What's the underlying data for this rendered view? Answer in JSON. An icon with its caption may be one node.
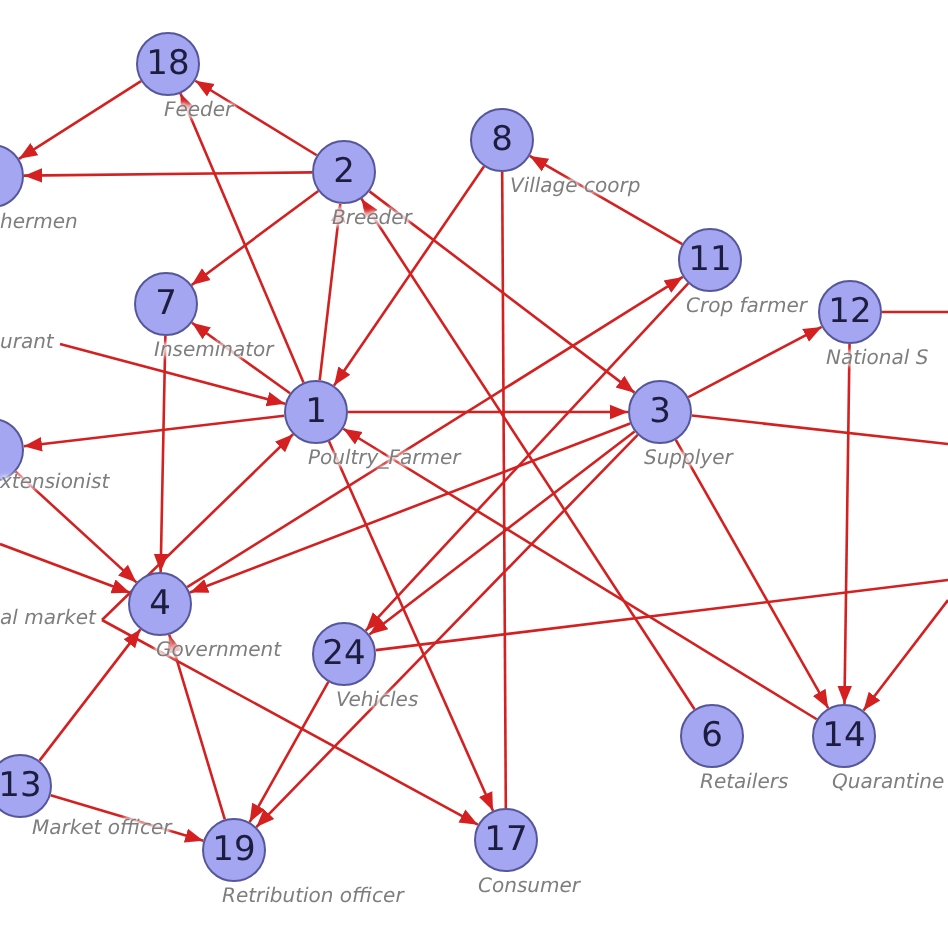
{
  "diagram": {
    "nodes": [
      {
        "text": [
          "18"
        ],
        "beside": [
          "Feeder"
        ]
      },
      {
        "text": [
          "2"
        ],
        "beside": [
          "Breeder"
        ]
      },
      {
        "text": [
          "8"
        ],
        "beside": [
          "Village coorp"
        ]
      },
      {
        "text": [],
        "shape": "circle",
        "beside": [
          "hermen"
        ]
      },
      {
        "text": [
          "11"
        ],
        "beside": [
          "Crop farmer"
        ]
      },
      {
        "text": [
          "12"
        ],
        "beside": [
          "National S"
        ]
      },
      {
        "text": [
          "7"
        ],
        "beside": [
          "Inseminator"
        ]
      },
      {
        "text": [
          "urant"
        ]
      },
      {
        "text": [],
        "shape": "circle",
        "beside": [
          "xtensionist"
        ]
      },
      {
        "text": [
          "1"
        ],
        "beside": [
          "Poultry_Farmer"
        ]
      },
      {
        "text": [
          "3"
        ],
        "beside": [
          "Supplyer"
        ]
      },
      {
        "text": [
          "al market"
        ]
      },
      {
        "text": [
          "4"
        ],
        "beside": [
          "Government"
        ]
      },
      {
        "text": [
          "24"
        ],
        "beside": [
          "Vehicles"
        ]
      },
      {
        "text": [
          "6"
        ],
        "beside": [
          "Retailers"
        ]
      },
      {
        "text": [
          "14"
        ],
        "beside": [
          "Quarantine"
        ]
      },
      {
        "text": [
          "13"
        ],
        "beside": [
          "Market officer"
        ]
      },
      {
        "text": [
          "19"
        ],
        "beside": [
          "Retribution officer"
        ]
      },
      {
        "text": [
          "17"
        ],
        "beside": [
          "Consumer"
        ]
      }
    ],
    "edges": [
      {
        "from": 0,
        "to": 3,
        "arrow": "to"
      },
      {
        "from": 1,
        "to": 0,
        "arrow": "to"
      },
      {
        "from": 1,
        "to": 3,
        "arrow": "to"
      },
      {
        "from": 1,
        "to": 6,
        "arrow": "to"
      },
      {
        "from": 9,
        "to": 0,
        "arrow": "to"
      },
      {
        "from": 9,
        "to": 1,
        "arrow": "to"
      },
      {
        "from": 9,
        "to": 6,
        "arrow": "to"
      },
      {
        "from": 7,
        "to": 9,
        "arrow": "to"
      },
      {
        "from": 9,
        "to": 8,
        "arrow": "to"
      },
      {
        "from": 2,
        "to": 9,
        "arrow": "to"
      },
      {
        "from": 1,
        "to": 10,
        "arrow": "to"
      },
      {
        "from": 14,
        "to": 1,
        "arrow": "to"
      },
      {
        "from": 9,
        "to": 10,
        "arrow": "to"
      },
      {
        "from": 10,
        "to": 5,
        "arrow": "to"
      },
      {
        "from": 4,
        "to": 2,
        "arrow": "to"
      },
      {
        "from": 5,
        "to": null,
        "arrow": "none"
      },
      {
        "from": 5,
        "to": 15,
        "arrow": "to"
      },
      {
        "from": 10,
        "to": 15,
        "arrow": "to"
      },
      {
        "from": null,
        "to": 15,
        "arrow": "to"
      },
      {
        "from": 10,
        "to": null,
        "arrow": "none"
      },
      {
        "from": 18,
        "to": 2,
        "arrow": "none"
      },
      {
        "from": 9,
        "to": 18,
        "arrow": "to"
      },
      {
        "from": 15,
        "to": 9,
        "arrow": "to"
      },
      {
        "from": 10,
        "to": 12,
        "arrow": "to"
      },
      {
        "from": 8,
        "to": 12,
        "arrow": "to"
      },
      {
        "from": null,
        "to": 12,
        "arrow": "to"
      },
      {
        "from": 6,
        "to": 12,
        "arrow": "to"
      },
      {
        "from": 11,
        "to": 9,
        "arrow": "to"
      },
      {
        "from": 12,
        "to": 4,
        "arrow": "to"
      },
      {
        "from": 10,
        "to": 13,
        "arrow": "to"
      },
      {
        "from": 4,
        "to": 13,
        "arrow": "to"
      },
      {
        "from": 13,
        "to": null,
        "arrow": "none"
      },
      {
        "from": 16,
        "to": 12,
        "arrow": "to"
      },
      {
        "from": 16,
        "to": 17,
        "arrow": "to"
      },
      {
        "from": 17,
        "to": 12,
        "arrow": "to"
      },
      {
        "from": 13,
        "to": 17,
        "arrow": "to"
      },
      {
        "from": 10,
        "to": 17,
        "arrow": "to"
      },
      {
        "from": 11,
        "to": 18,
        "arrow": "to"
      }
    ]
  }
}
